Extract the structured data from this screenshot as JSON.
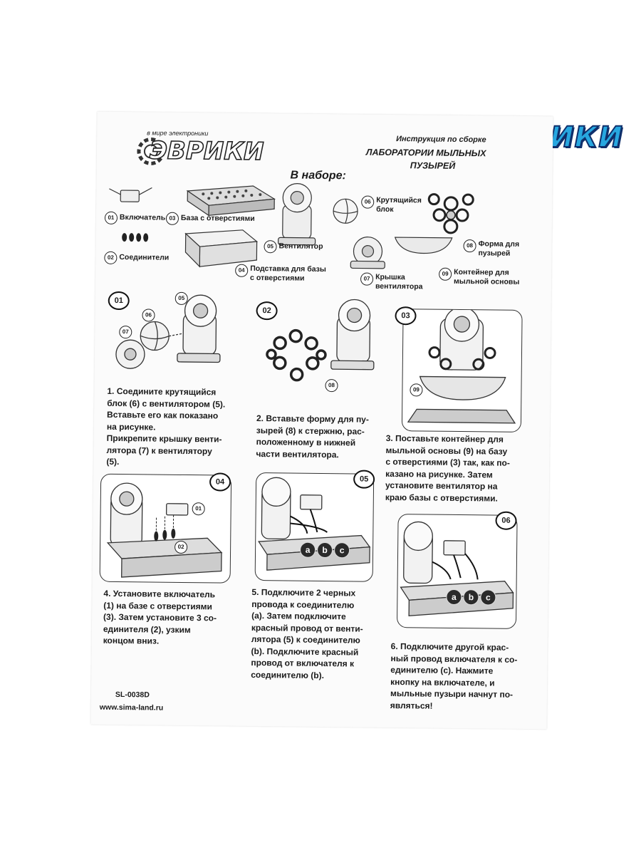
{
  "brand": {
    "logo_corner": "ЭВРИКИ",
    "logo_header": "ЭВРИКИ",
    "tagline": "в мире электроники"
  },
  "header": {
    "line1": "Инструкция по сборке",
    "line2": "ЛАБОРАТОРИИ МЫЛЬНЫХ",
    "line3": "ПУЗЫРЕЙ"
  },
  "kit": {
    "title": "В наборе:",
    "items": [
      {
        "num": "01",
        "label": "Включатель"
      },
      {
        "num": "02",
        "label": "Соединители"
      },
      {
        "num": "03",
        "label": "База с отверстиями"
      },
      {
        "num": "04",
        "label": "Подставка для базы\nс отверстиями"
      },
      {
        "num": "05",
        "label": "Вентилятор"
      },
      {
        "num": "06",
        "label": "Крутящийся\nблок"
      },
      {
        "num": "07",
        "label": "Крышка\nвентилятора"
      },
      {
        "num": "08",
        "label": "Форма для\nпузырей"
      },
      {
        "num": "09",
        "label": "Контейнер для\nмыльной основы"
      }
    ]
  },
  "steps": [
    {
      "num": "01",
      "text": "1. Соедините крутящийся\nблок (6) с вентилятором (5).\nВставьте его как показано\nна рисунке.\nПрикрепите крышку венти-\nлятора (7) к вентилятору\n(5).",
      "callouts": [
        "05",
        "06",
        "07"
      ]
    },
    {
      "num": "02",
      "text": "2. Вставьте форму для пу-\nзырей (8) к стержню, рас-\nположенному в нижней\nчасти вентилятора.",
      "callouts": [
        "08"
      ]
    },
    {
      "num": "03",
      "text": "3. Поставьте контейнер для\nмыльной основы (9) на базу\nс отверстиями (3) так, как по-\nказано на рисунке. Затем\nустановите вентилятор на\nкраю базы с отверстиями.",
      "callouts": [
        "09"
      ]
    },
    {
      "num": "04",
      "text": "4. Установите включатель\n(1) на базе с отверстиями\n(3). Затем установите 3 со-\nединителя (2), узким\nконцом вниз.",
      "callouts": [
        "01",
        "02"
      ]
    },
    {
      "num": "05",
      "text": "5. Подключите 2 черных\nпровода к соединителю\n(а). Затем подключите\nкрасный провод от венти-\nлятора (5) к соединителю\n(b). Подключите красный\nпровод от включателя к\nсоединителю (b).",
      "connectors": [
        "a",
        "b",
        "c"
      ]
    },
    {
      "num": "06",
      "text": "6. Подключите другой крас-\nный провод включателя к со-\nединителю (с). Нажмите\nкнопку на включателе, и\nмыльные пузыри начнут по-\nявляться!",
      "connectors": [
        "a",
        "b",
        "c"
      ]
    }
  ],
  "footer": {
    "code": "SL-0038D",
    "site": "www.sima-land.ru"
  }
}
